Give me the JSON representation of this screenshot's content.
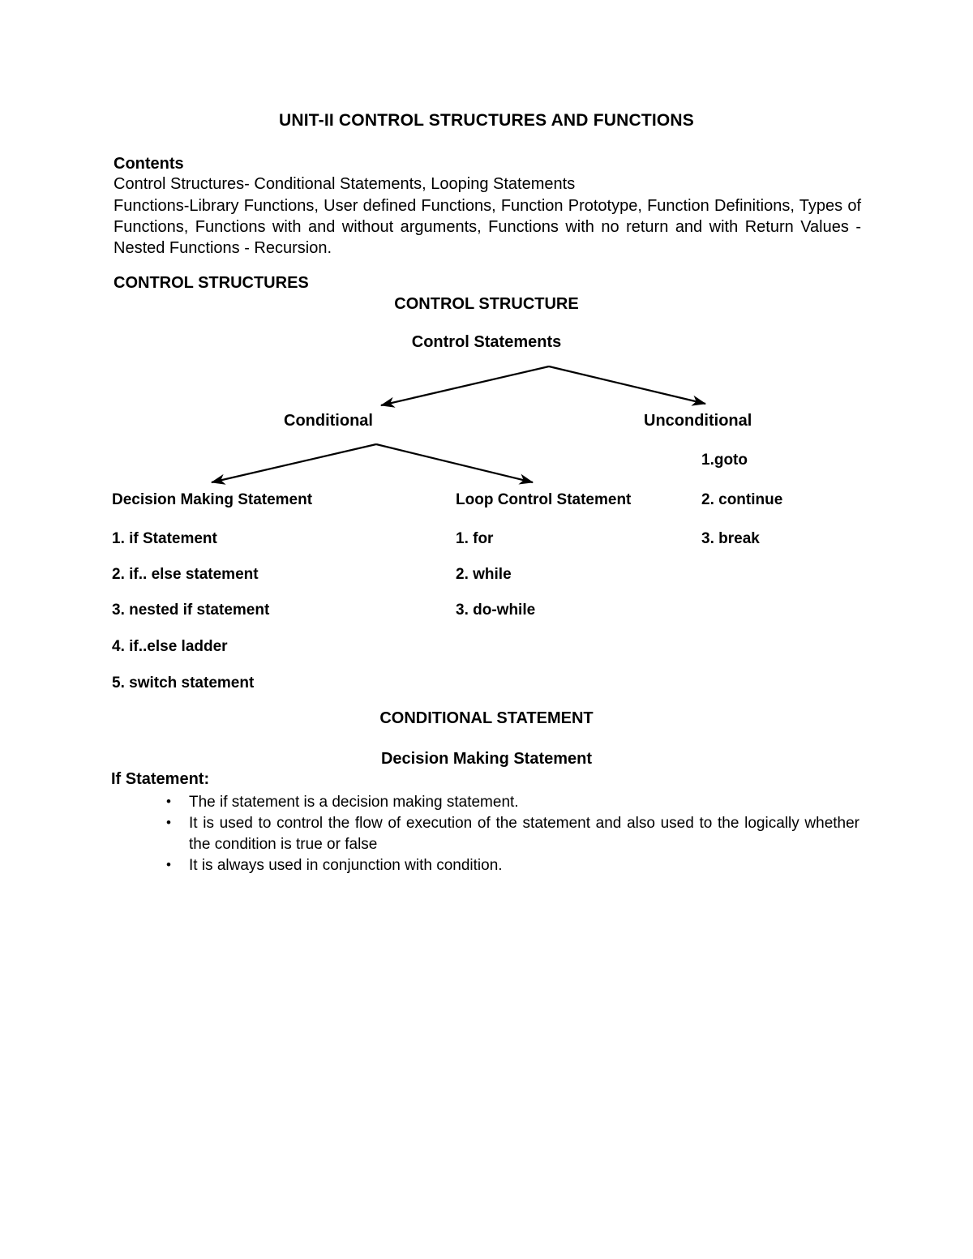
{
  "document": {
    "title": "UNIT-II CONTROL STRUCTURES AND FUNCTIONS",
    "contents_label": "Contents",
    "contents_line1": "Control Structures- Conditional Statements, Looping Statements",
    "contents_paragraph": "Functions-Library Functions, User defined Functions, Function Prototype, Function Definitions, Types of Functions, Functions with and without arguments, Functions with no return and with Return Values - Nested Functions - Recursion.",
    "section_heading": "CONTROL STRUCTURES"
  },
  "diagram": {
    "title": "CONTROL STRUCTURE",
    "root": "Control Statements",
    "branch_left": "Conditional",
    "branch_right": "Unconditional",
    "columns": {
      "decision": {
        "header": "Decision Making Statement",
        "items": [
          "1. if Statement",
          "2. if.. else statement",
          "3. nested if statement",
          "4. if..else ladder",
          "5. switch statement"
        ]
      },
      "loop": {
        "header": "Loop Control Statement",
        "items": [
          "1. for",
          "2. while",
          "3. do-while"
        ]
      },
      "unconditional": {
        "items": [
          "1.goto",
          "2. continue",
          "3. break"
        ]
      }
    },
    "edge_color": "#000000"
  },
  "conditional_section": {
    "heading": "CONDITIONAL STATEMENT",
    "subheading": "Decision Making Statement",
    "if_label": "If Statement:",
    "bullets": [
      "The if statement is a decision making statement.",
      "It is used to control the flow of execution of the statement and also used to the logically whether the condition is true or false",
      "It is always used in conjunction with condition."
    ]
  }
}
